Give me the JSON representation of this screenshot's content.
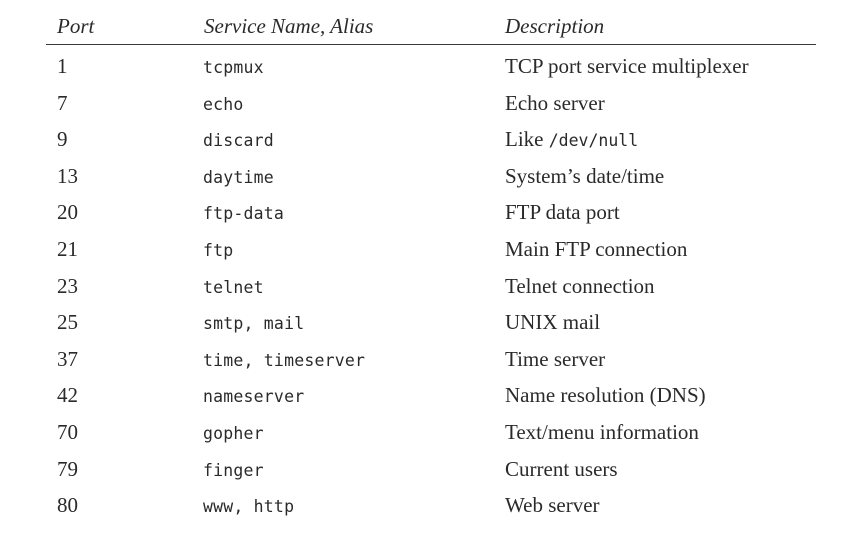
{
  "table": {
    "headers": {
      "port": "Port",
      "service": "Service Name, Alias",
      "description": "Description"
    },
    "rows": [
      {
        "port": "1",
        "service": "tcpmux",
        "description": "TCP port service multiplexer",
        "desc_code": ""
      },
      {
        "port": "7",
        "service": "echo",
        "description": "Echo server",
        "desc_code": ""
      },
      {
        "port": "9",
        "service": "discard",
        "description": "Like ",
        "desc_code": "/dev/null"
      },
      {
        "port": "13",
        "service": "daytime",
        "description": "System’s date/time",
        "desc_code": ""
      },
      {
        "port": "20",
        "service": "ftp-data",
        "description": "FTP data port",
        "desc_code": ""
      },
      {
        "port": "21",
        "service": "ftp",
        "description": "Main FTP connection",
        "desc_code": ""
      },
      {
        "port": "23",
        "service": "telnet",
        "description": "Telnet connection",
        "desc_code": ""
      },
      {
        "port": "25",
        "service": "smtp, mail",
        "description": "UNIX mail",
        "desc_code": ""
      },
      {
        "port": "37",
        "service": "time, timeserver",
        "description": "Time server",
        "desc_code": ""
      },
      {
        "port": "42",
        "service": "nameserver",
        "description": "Name resolution (DNS)",
        "desc_code": ""
      },
      {
        "port": "70",
        "service": "gopher",
        "description": "Text/menu information",
        "desc_code": ""
      },
      {
        "port": "79",
        "service": "finger",
        "description": "Current users",
        "desc_code": ""
      },
      {
        "port": "80",
        "service": "www, http",
        "description": "Web server",
        "desc_code": ""
      }
    ]
  }
}
